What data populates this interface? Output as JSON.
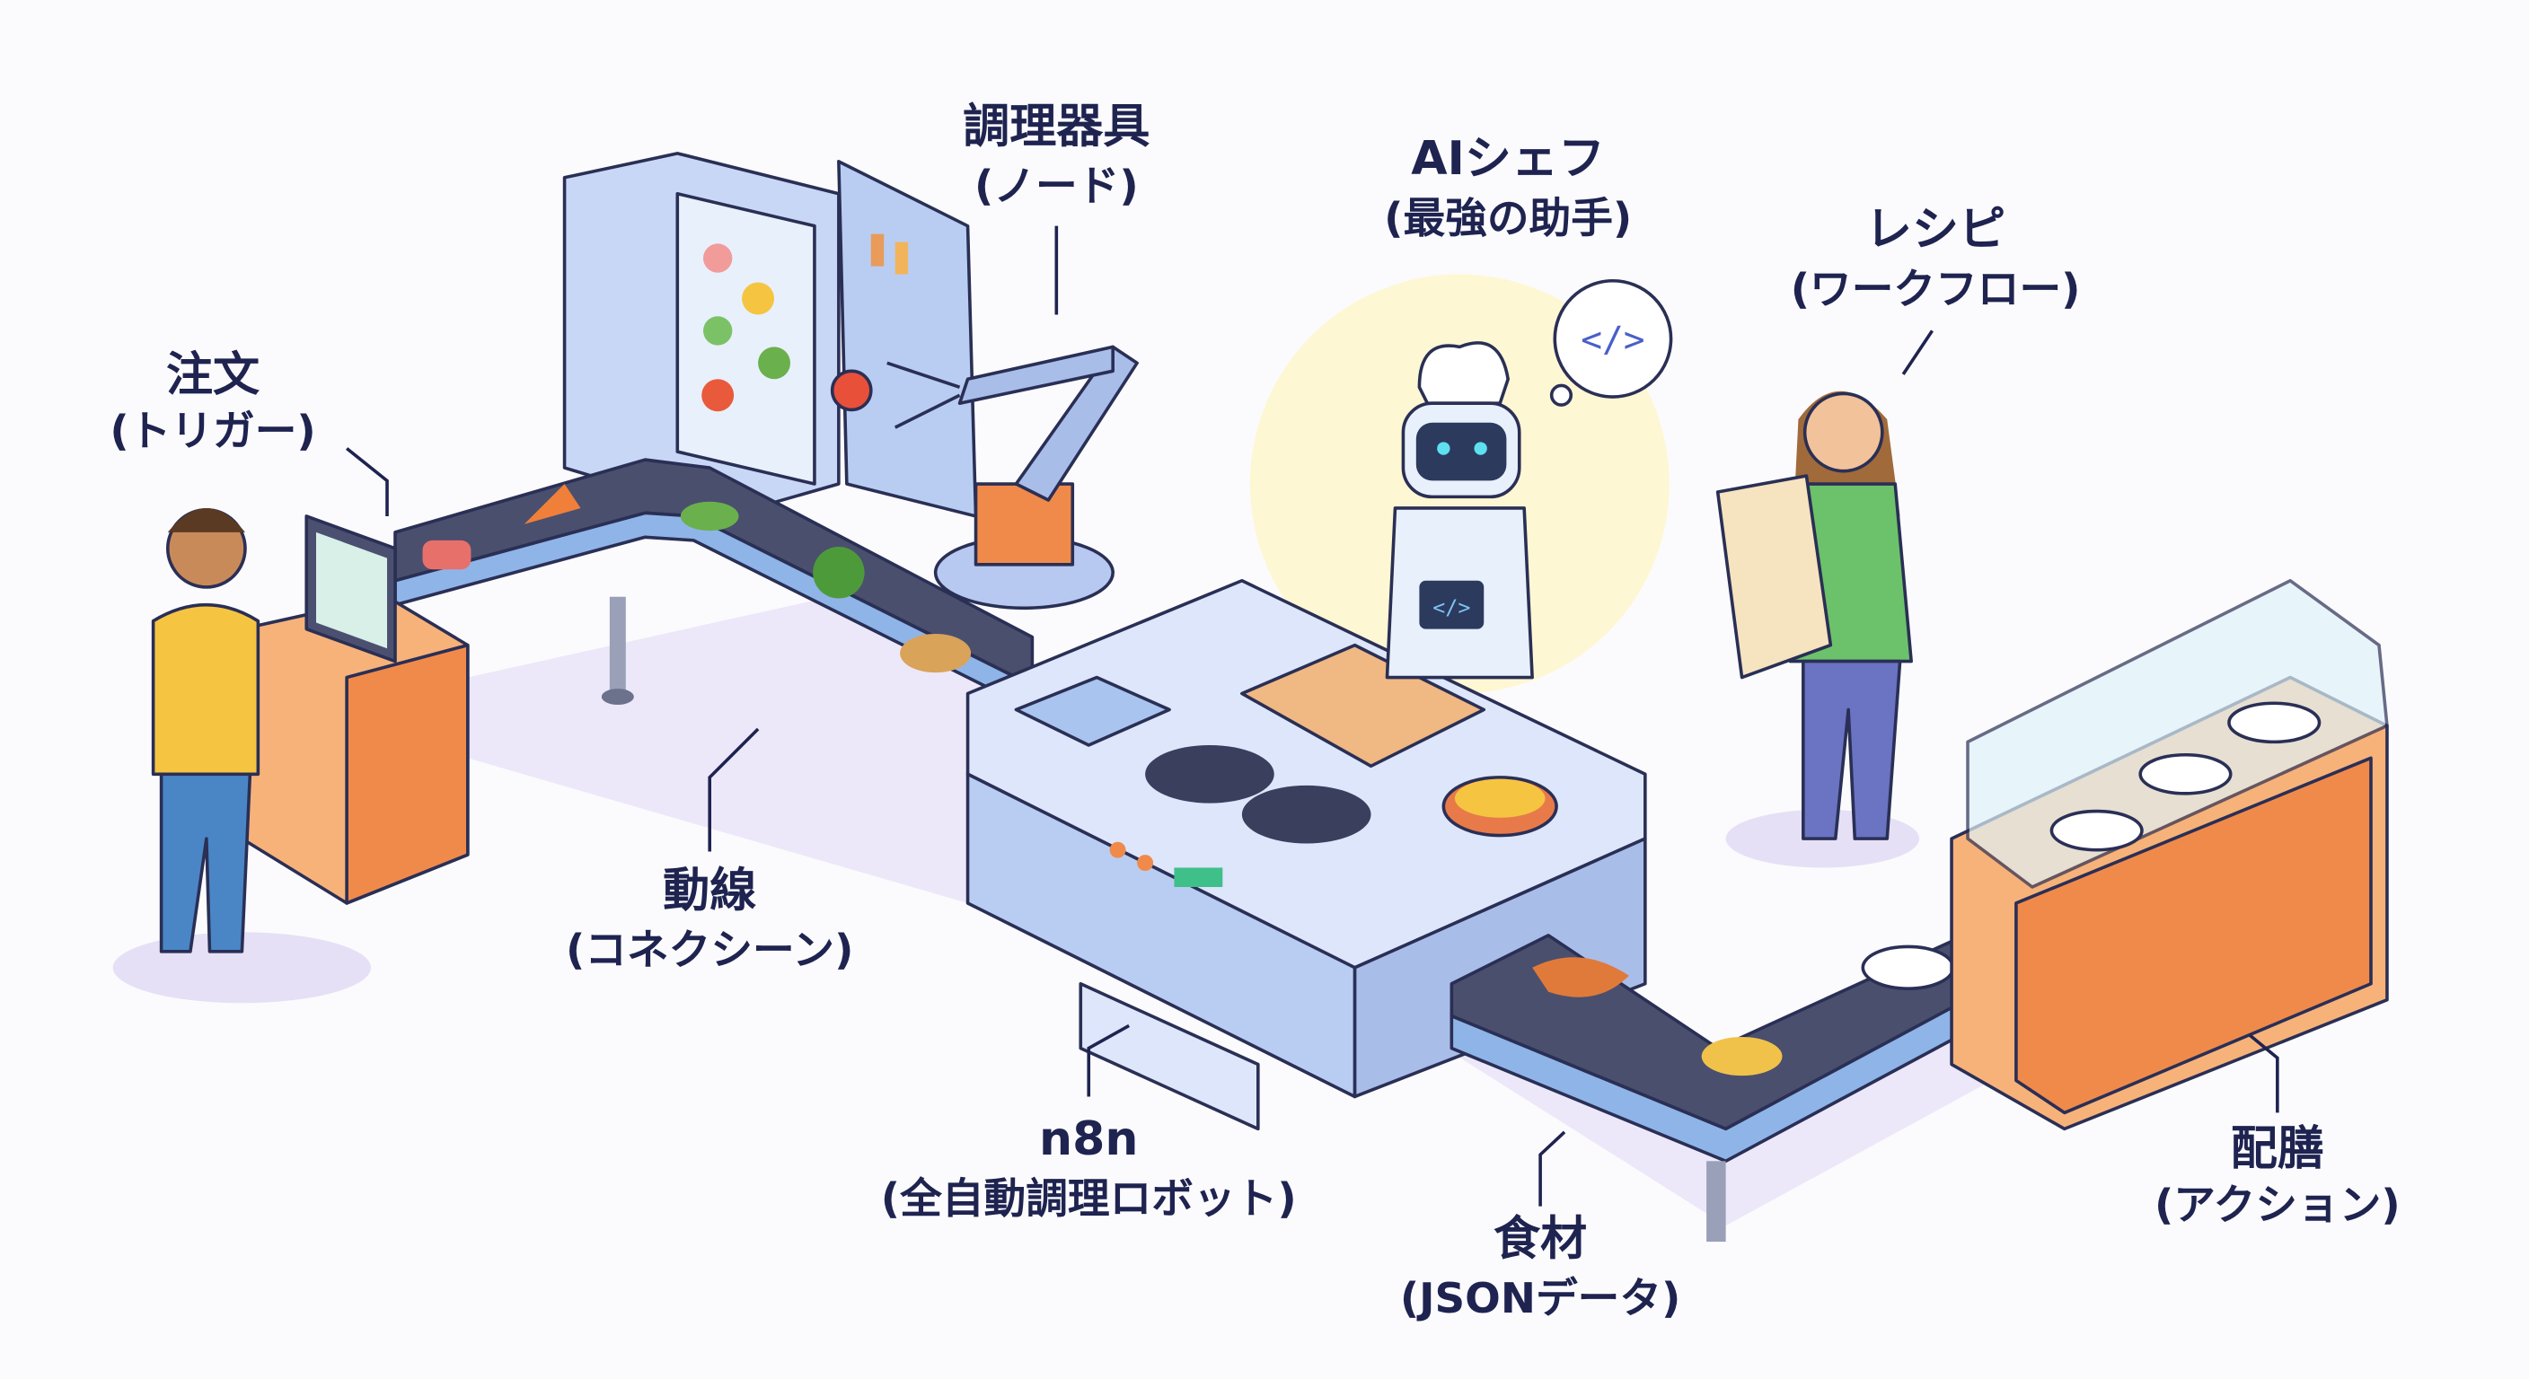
{
  "labels": {
    "order": {
      "title": "注文",
      "sub": "(トリガー)"
    },
    "tools": {
      "title": "調理器具",
      "sub": "(ノード)"
    },
    "ai_chef": {
      "title": "AIシェフ",
      "sub": "(最強の助手)"
    },
    "recipe": {
      "title": "レシピ",
      "sub": "(ワークフロー)"
    },
    "flow": {
      "title": "動線",
      "sub": "(コネクシーン)"
    },
    "n8n": {
      "title": "n8n",
      "sub": "(全自動調理ロボット)"
    },
    "ingredients": {
      "title": "食材",
      "sub": "(JSONデータ)"
    },
    "serving": {
      "title": "配膳",
      "sub": "(アクション)"
    }
  },
  "code_symbol": "</>",
  "colors": {
    "text": "#1e2350",
    "belt": "#4a4f6e",
    "counter": "#f08a4b",
    "kitchen": "#c9d8f5",
    "shadow": "#e4def5"
  }
}
